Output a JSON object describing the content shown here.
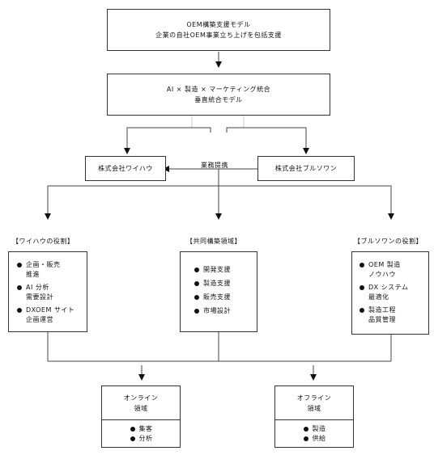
{
  "top_box": {
    "line1": "OEM構築支援モデル",
    "line2": "企業の自社OEM事業立ち上げを包括支援"
  },
  "second_box": {
    "line1": "AI × 製造 × マーケティング統合",
    "line2": "垂直統合モデル"
  },
  "company_left": "株式会社ワイハウ",
  "company_right": "株式会社ブルソワン",
  "partnership_label": "業務提携",
  "roles": {
    "left": {
      "heading": "【ワイハウの役割】",
      "items": [
        {
          "line1": "企画・販売",
          "line2": "推進"
        },
        {
          "line1": "AI 分析",
          "line2": "需要設計"
        },
        {
          "line1": "DXOEM サイト",
          "line2": "企画運営"
        }
      ]
    },
    "center": {
      "heading": "【共同構築領域】",
      "items": [
        {
          "line1": "開発支援"
        },
        {
          "line1": "製造支援"
        },
        {
          "line1": "販売支援"
        },
        {
          "line1": "市場設計"
        }
      ]
    },
    "right": {
      "heading": "【ブルソワンの役割】",
      "items": [
        {
          "line1": "OEM 製造",
          "line2": "ノウハウ"
        },
        {
          "line1": "DX システム",
          "line2": "最適化"
        },
        {
          "line1": "製造工程",
          "line2": "品質管理"
        }
      ]
    }
  },
  "online": {
    "title1": "オンライン",
    "title2": "領域",
    "items": [
      "集客",
      "分析"
    ]
  },
  "offline": {
    "title1": "オフライン",
    "title2": "領域",
    "items": [
      "製造",
      "供給"
    ]
  }
}
